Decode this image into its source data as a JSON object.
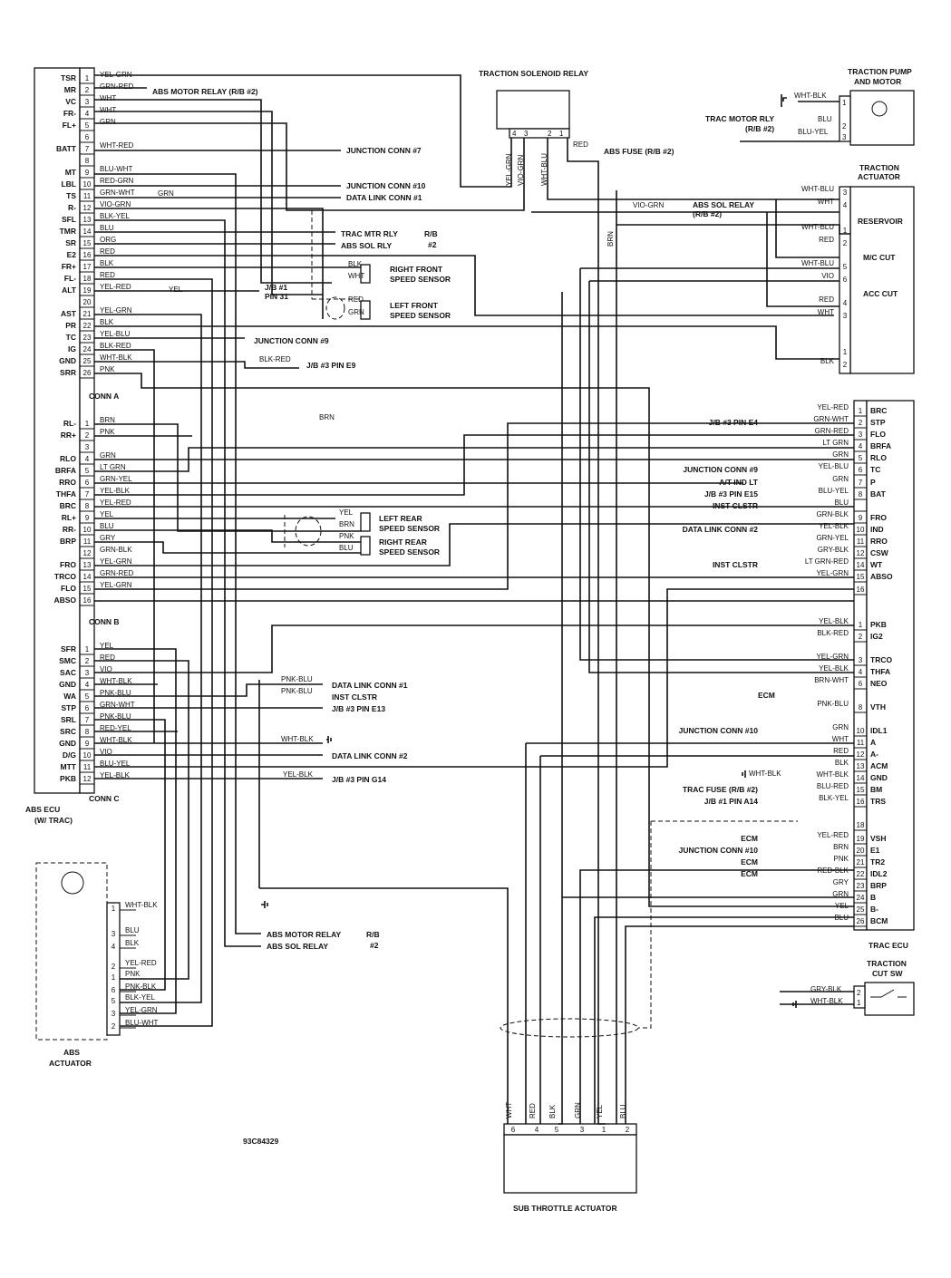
{
  "diagram_code": "93C84329",
  "abs_ecu": {
    "title_line1": "ABS ECU",
    "title_line2": "(W/ TRAC)",
    "conn_a": {
      "label": "CONN A",
      "pins": [
        {
          "name": "TSR",
          "num": "1",
          "wire": "YEL-GRN"
        },
        {
          "name": "MR",
          "num": "2",
          "wire": "GRN-RED"
        },
        {
          "name": "VC",
          "num": "3",
          "wire": "WHT"
        },
        {
          "name": "FR-",
          "num": "4",
          "wire": "WHT"
        },
        {
          "name": "FL+",
          "num": "5",
          "wire": "GRN"
        },
        {
          "name": "",
          "num": "6",
          "wire": ""
        },
        {
          "name": "BATT",
          "num": "7",
          "wire": "WHT-RED"
        },
        {
          "name": "",
          "num": "8",
          "wire": ""
        },
        {
          "name": "MT",
          "num": "9",
          "wire": "BLU-WHT"
        },
        {
          "name": "LBL",
          "num": "10",
          "wire": "RED-GRN"
        },
        {
          "name": "TS",
          "num": "11",
          "wire": "GRN-WHT"
        },
        {
          "name": "R-",
          "num": "12",
          "wire": "VIO-GRN"
        },
        {
          "name": "SFL",
          "num": "13",
          "wire": "BLK-YEL"
        },
        {
          "name": "TMR",
          "num": "14",
          "wire": "BLU"
        },
        {
          "name": "SR",
          "num": "15",
          "wire": "ORG"
        },
        {
          "name": "E2",
          "num": "16",
          "wire": "RED"
        },
        {
          "name": "FR+",
          "num": "17",
          "wire": "BLK"
        },
        {
          "name": "FL-",
          "num": "18",
          "wire": "RED"
        },
        {
          "name": "ALT",
          "num": "19",
          "wire": "YEL-RED"
        },
        {
          "name": "",
          "num": "20",
          "wire": ""
        },
        {
          "name": "AST",
          "num": "21",
          "wire": "YEL-GRN"
        },
        {
          "name": "PR",
          "num": "22",
          "wire": "BLK"
        },
        {
          "name": "TC",
          "num": "23",
          "wire": "YEL-BLU"
        },
        {
          "name": "IG",
          "num": "24",
          "wire": "BLK-RED"
        },
        {
          "name": "GND",
          "num": "25",
          "wire": "WHT-BLK"
        },
        {
          "name": "SRR",
          "num": "26",
          "wire": "PNK"
        }
      ]
    },
    "conn_b": {
      "label": "CONN B",
      "pins": [
        {
          "name": "RL-",
          "num": "1",
          "wire": "BRN"
        },
        {
          "name": "RR+",
          "num": "2",
          "wire": "PNK"
        },
        {
          "name": "",
          "num": "3",
          "wire": ""
        },
        {
          "name": "RLO",
          "num": "4",
          "wire": "GRN"
        },
        {
          "name": "BRFA",
          "num": "5",
          "wire": "LT GRN"
        },
        {
          "name": "RRO",
          "num": "6",
          "wire": "GRN-YEL"
        },
        {
          "name": "THFA",
          "num": "7",
          "wire": "YEL-BLK"
        },
        {
          "name": "BRC",
          "num": "8",
          "wire": "YEL-RED"
        },
        {
          "name": "RL+",
          "num": "9",
          "wire": "YEL"
        },
        {
          "name": "RR-",
          "num": "10",
          "wire": "BLU"
        },
        {
          "name": "BRP",
          "num": "11",
          "wire": "GRY"
        },
        {
          "name": "",
          "num": "12",
          "wire": "GRN-BLK"
        },
        {
          "name": "FRO",
          "num": "13",
          "wire": "YEL-GRN"
        },
        {
          "name": "TRCO",
          "num": "14",
          "wire": "GRN-RED"
        },
        {
          "name": "FLO",
          "num": "15",
          "wire": "YEL-GRN"
        },
        {
          "name": "ABSO",
          "num": "16",
          "wire": ""
        }
      ]
    },
    "conn_c": {
      "label": "CONN C",
      "pins": [
        {
          "name": "SFR",
          "num": "1",
          "wire": "YEL"
        },
        {
          "name": "SMC",
          "num": "2",
          "wire": "RED"
        },
        {
          "name": "SAC",
          "num": "3",
          "wire": "VIO"
        },
        {
          "name": "GND",
          "num": "4",
          "wire": "WHT-BLK"
        },
        {
          "name": "WA",
          "num": "5",
          "wire": "PNK-BLU"
        },
        {
          "name": "STP",
          "num": "6",
          "wire": "GRN-WHT"
        },
        {
          "name": "SRL",
          "num": "7",
          "wire": "PNK-BLU"
        },
        {
          "name": "SRC",
          "num": "8",
          "wire": "RED-YEL"
        },
        {
          "name": "GND",
          "num": "9",
          "wire": "WHT-BLK"
        },
        {
          "name": "D/G",
          "num": "10",
          "wire": "VIO"
        },
        {
          "name": "MTT",
          "num": "11",
          "wire": "BLU-YEL"
        },
        {
          "name": "PKB",
          "num": "12",
          "wire": "YEL-BLK"
        }
      ]
    }
  },
  "left_callouts": [
    {
      "text": "ABS MOTOR RELAY (R/B #2)"
    },
    {
      "text": "JUNCTION CONN #7"
    },
    {
      "text": "JUNCTION CONN #10"
    },
    {
      "text": "DATA LINK CONN #1"
    },
    {
      "text": "TRAC MTR RLY"
    },
    {
      "text": "ABS SOL RLY"
    },
    {
      "text": "R/B"
    },
    {
      "text": "#2"
    },
    {
      "text": "J/B #1"
    },
    {
      "text": "PIN 31"
    },
    {
      "text": "JUNCTION CONN #9"
    },
    {
      "text": "J/B #3 PIN E9"
    },
    {
      "text": "DATA LINK CONN #1"
    },
    {
      "text": "INST CLSTR"
    },
    {
      "text": "J/B #3 PIN E13"
    },
    {
      "text": "DATA LINK CONN #2"
    },
    {
      "text": "J/B #3 PIN G14"
    },
    {
      "text": "GRN"
    },
    {
      "text": "YEL"
    },
    {
      "text": "BLK-RED"
    },
    {
      "text": "PNK-BLU"
    },
    {
      "text": "PNK-BLU"
    },
    {
      "text": "WHT-BLK"
    },
    {
      "text": "YEL-BLK"
    },
    {
      "text": "BRN"
    }
  ],
  "speed_sensors": {
    "right_front": {
      "line1": "RIGHT FRONT",
      "line2": "SPEED SENSOR",
      "wire1": "BLK",
      "wire2": "WHT"
    },
    "left_front": {
      "line1": "LEFT FRONT",
      "line2": "SPEED SENSOR",
      "wire1": "RED",
      "wire2": "GRN"
    },
    "left_rear": {
      "line1": "LEFT REAR",
      "line2": "SPEED SENSOR",
      "wire1": "YEL",
      "wire2": "BRN"
    },
    "right_rear": {
      "line1": "RIGHT REAR",
      "line2": "SPEED SENSOR",
      "wire1": "PNK",
      "wire2": "BLU"
    }
  },
  "traction_solenoid_relay": {
    "title": "TRACTION SOLENOID RELAY",
    "pins": [
      "4",
      "3",
      "2",
      "1"
    ],
    "wires": [
      "YEL-GRN",
      "VIO-GRN",
      "WHT-BLU"
    ],
    "wire_red": "RED",
    "abs_fuse": "ABS FUSE (R/B #2)",
    "brn": "BRN"
  },
  "traction_pump": {
    "line1": "TRACTION PUMP",
    "line2": "AND MOTOR",
    "wires": [
      {
        "num": "1",
        "wire": "WHT-BLK"
      },
      {
        "num": "2",
        "wire": "BLU"
      },
      {
        "num": "3",
        "wire": "BLU-YEL"
      }
    ],
    "trac_motor_rly1": "TRAC MOTOR RLY",
    "trac_motor_rly2": "(R/B #2)"
  },
  "traction_actuator": {
    "line1": "TRACTION",
    "line2": "ACTUATOR",
    "reservoir": "RESERVOIR",
    "mc_cut": "M/C CUT",
    "acc_cut": "ACC CUT",
    "abs_sol_relay1": "ABS SOL RELAY",
    "abs_sol_relay2": "(R/B #2)",
    "vio_grn": "VIO-GRN",
    "wires": [
      {
        "num": "3",
        "wire": "WHT-BLU"
      },
      {
        "num": "4",
        "wire": "WHT"
      },
      {
        "num": "1",
        "wire": "WHT-BLU"
      },
      {
        "num": "2",
        "wire": "RED"
      },
      {
        "num": "5",
        "wire": "WHT-BLU"
      },
      {
        "num": "6",
        "wire": "VIO"
      },
      {
        "num": "4",
        "wire": "RED"
      },
      {
        "num": "3",
        "wire": "WHT"
      },
      {
        "num": "1",
        "wire": ""
      },
      {
        "num": "2",
        "wire": "BLK"
      }
    ]
  },
  "trac_ecu": {
    "title": "TRAC ECU",
    "pins": [
      {
        "name": "BRC",
        "num": "1",
        "wire": "YEL-RED",
        "callout": ""
      },
      {
        "name": "STP",
        "num": "2",
        "wire": "GRN-WHT",
        "callout": "J/B #3 PIN E4"
      },
      {
        "name": "FLO",
        "num": "3",
        "wire": "GRN-RED",
        "callout": ""
      },
      {
        "name": "BRFA",
        "num": "4",
        "wire": "LT GRN",
        "callout": ""
      },
      {
        "name": "RLO",
        "num": "5",
        "wire": "GRN",
        "callout": ""
      },
      {
        "name": "TC",
        "num": "6",
        "wire": "YEL-BLU",
        "callout": "JUNCTION CONN #9"
      },
      {
        "name": "P",
        "num": "7",
        "wire": "GRN",
        "callout": "A/T IND LT"
      },
      {
        "name": "BAT",
        "num": "8",
        "wire": "BLU-YEL",
        "callout": "J/B #3 PIN E15"
      },
      {
        "name": "",
        "num": "",
        "wire": "BLU",
        "callout": "INST CLSTR"
      },
      {
        "name": "FRO",
        "num": "9",
        "wire": "GRN-BLK",
        "callout": ""
      },
      {
        "name": "IND",
        "num": "10",
        "wire": "YEL-BLK",
        "callout": "DATA LINK CONN #2"
      },
      {
        "name": "RRO",
        "num": "11",
        "wire": "GRN-YEL",
        "callout": ""
      },
      {
        "name": "CSW",
        "num": "12",
        "wire": "GRY-BLK",
        "callout": ""
      },
      {
        "name": "WT",
        "num": "14",
        "wire": "LT GRN-RED",
        "callout": "INST CLSTR"
      },
      {
        "name": "ABSO",
        "num": "15",
        "wire": "YEL-GRN",
        "callout": ""
      },
      {
        "name": "",
        "num": "16",
        "wire": "",
        "callout": ""
      },
      {
        "name": "PKB",
        "num": "1",
        "wire": "YEL-BLK",
        "callout": ""
      },
      {
        "name": "IG2",
        "num": "2",
        "wire": "BLK-RED",
        "callout": ""
      },
      {
        "name": "TRCO",
        "num": "3",
        "wire": "YEL-GRN",
        "callout": ""
      },
      {
        "name": "THFA",
        "num": "4",
        "wire": "YEL-BLK",
        "callout": ""
      },
      {
        "name": "NEO",
        "num": "6",
        "wire": "BRN-WHT",
        "callout": ""
      },
      {
        "name": "VTH",
        "num": "8",
        "wire": "PNK-BLU",
        "callout": ""
      },
      {
        "name": "IDL1",
        "num": "10",
        "wire": "GRN",
        "callout": "JUNCTION CONN #10"
      },
      {
        "name": "A",
        "num": "11",
        "wire": "WHT",
        "callout": ""
      },
      {
        "name": "A-",
        "num": "12",
        "wire": "RED",
        "callout": ""
      },
      {
        "name": "ACM",
        "num": "13",
        "wire": "BLK",
        "callout": ""
      },
      {
        "name": "GND",
        "num": "14",
        "wire": "WHT-BLK",
        "callout": ""
      },
      {
        "name": "BM",
        "num": "15",
        "wire": "BLU-RED",
        "callout": "TRAC FUSE (R/B #2)"
      },
      {
        "name": "TRS",
        "num": "16",
        "wire": "BLK-YEL",
        "callout": "J/B #1 PIN A14"
      },
      {
        "name": "",
        "num": "18",
        "wire": "",
        "callout": ""
      },
      {
        "name": "VSH",
        "num": "19",
        "wire": "YEL-RED",
        "callout": "ECM"
      },
      {
        "name": "E1",
        "num": "20",
        "wire": "BRN",
        "callout": "JUNCTION CONN #10"
      },
      {
        "name": "TR2",
        "num": "21",
        "wire": "PNK",
        "callout": "ECM"
      },
      {
        "name": "IDL2",
        "num": "22",
        "wire": "RED-BLK",
        "callout": "ECM"
      },
      {
        "name": "BRP",
        "num": "23",
        "wire": "GRY",
        "callout": ""
      },
      {
        "name": "B",
        "num": "24",
        "wire": "GRN",
        "callout": ""
      },
      {
        "name": "B-",
        "num": "25",
        "wire": "YEL",
        "callout": ""
      },
      {
        "name": "BCM",
        "num": "26",
        "wire": "BLU",
        "callout": ""
      }
    ],
    "ecm_label": "ECM",
    "wht_blk_gnd": "WHT-BLK"
  },
  "traction_cut_sw": {
    "line1": "TRACTION",
    "line2": "CUT SW",
    "wires": [
      {
        "num": "2",
        "wire": "GRY-BLK"
      },
      {
        "num": "1",
        "wire": "WHT-BLK"
      }
    ]
  },
  "abs_actuator": {
    "line1": "ABS",
    "line2": "ACTUATOR",
    "wires": [
      {
        "num": "1",
        "wire": "WHT-BLK"
      },
      {
        "num": "3",
        "wire": "BLU"
      },
      {
        "num": "4",
        "wire": "BLK"
      },
      {
        "num": "2",
        "wire": "YEL-RED"
      },
      {
        "num": "1",
        "wire": "PNK"
      },
      {
        "num": "6",
        "wire": "PNK-BLK"
      },
      {
        "num": "5",
        "wire": "BLK-YEL"
      },
      {
        "num": "3",
        "wire": "YEL-GRN"
      },
      {
        "num": "2",
        "wire": "BLU-WHT"
      }
    ],
    "callout1": "ABS MOTOR RELAY",
    "callout2": "ABS SOL RELAY",
    "rb1": "R/B",
    "rb2": "#2"
  },
  "sub_throttle": {
    "title": "SUB THROTTLE ACTUATOR",
    "pins": [
      "6",
      "4",
      "5",
      "3",
      "1",
      "2"
    ],
    "wires": [
      "WHT",
      "RED",
      "BLK",
      "GRN",
      "YEL",
      "BLU"
    ]
  }
}
